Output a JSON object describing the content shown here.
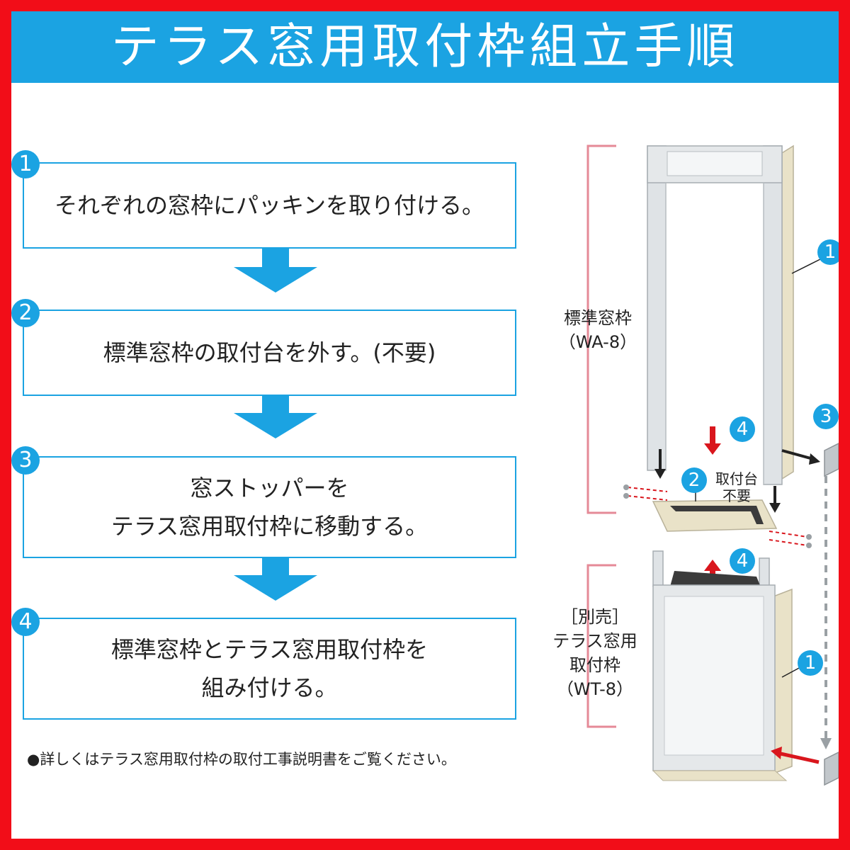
{
  "header": {
    "title": "テラス窓用取付枠組立手順"
  },
  "steps": [
    {
      "number": "1",
      "lines": [
        "それぞれの窓枠にパッキンを取り付ける。"
      ]
    },
    {
      "number": "2",
      "lines": [
        "標準窓枠の取付台を外す。(不要)"
      ]
    },
    {
      "number": "3",
      "lines": [
        "窓ストッパーを",
        "テラス窓用取付枠に移動する。"
      ]
    },
    {
      "number": "4",
      "lines": [
        "標準窓枠とテラス窓用取付枠を",
        "組み付ける。"
      ]
    }
  ],
  "note": "●詳しくはテラス窓用取付枠の取付工事説明書をご覧ください。",
  "diagram": {
    "standard_frame_label": [
      "標準窓枠",
      "（WA-8）"
    ],
    "terrace_frame_label": [
      "［別売］",
      "テラス窓用",
      "取付枠",
      "（WT-8）"
    ],
    "mount_base_label": [
      "取付台",
      "不要"
    ],
    "callouts": {
      "packing_top": "1",
      "packing_bottom": "1",
      "mount_base": "2",
      "stopper": "3",
      "assemble_down": "4",
      "assemble_up": "4"
    }
  },
  "colors": {
    "accent": "#1ba3e2",
    "border": "#f20d18",
    "pink_bracket": "#e58a97",
    "red_arrow": "#d9161d"
  }
}
